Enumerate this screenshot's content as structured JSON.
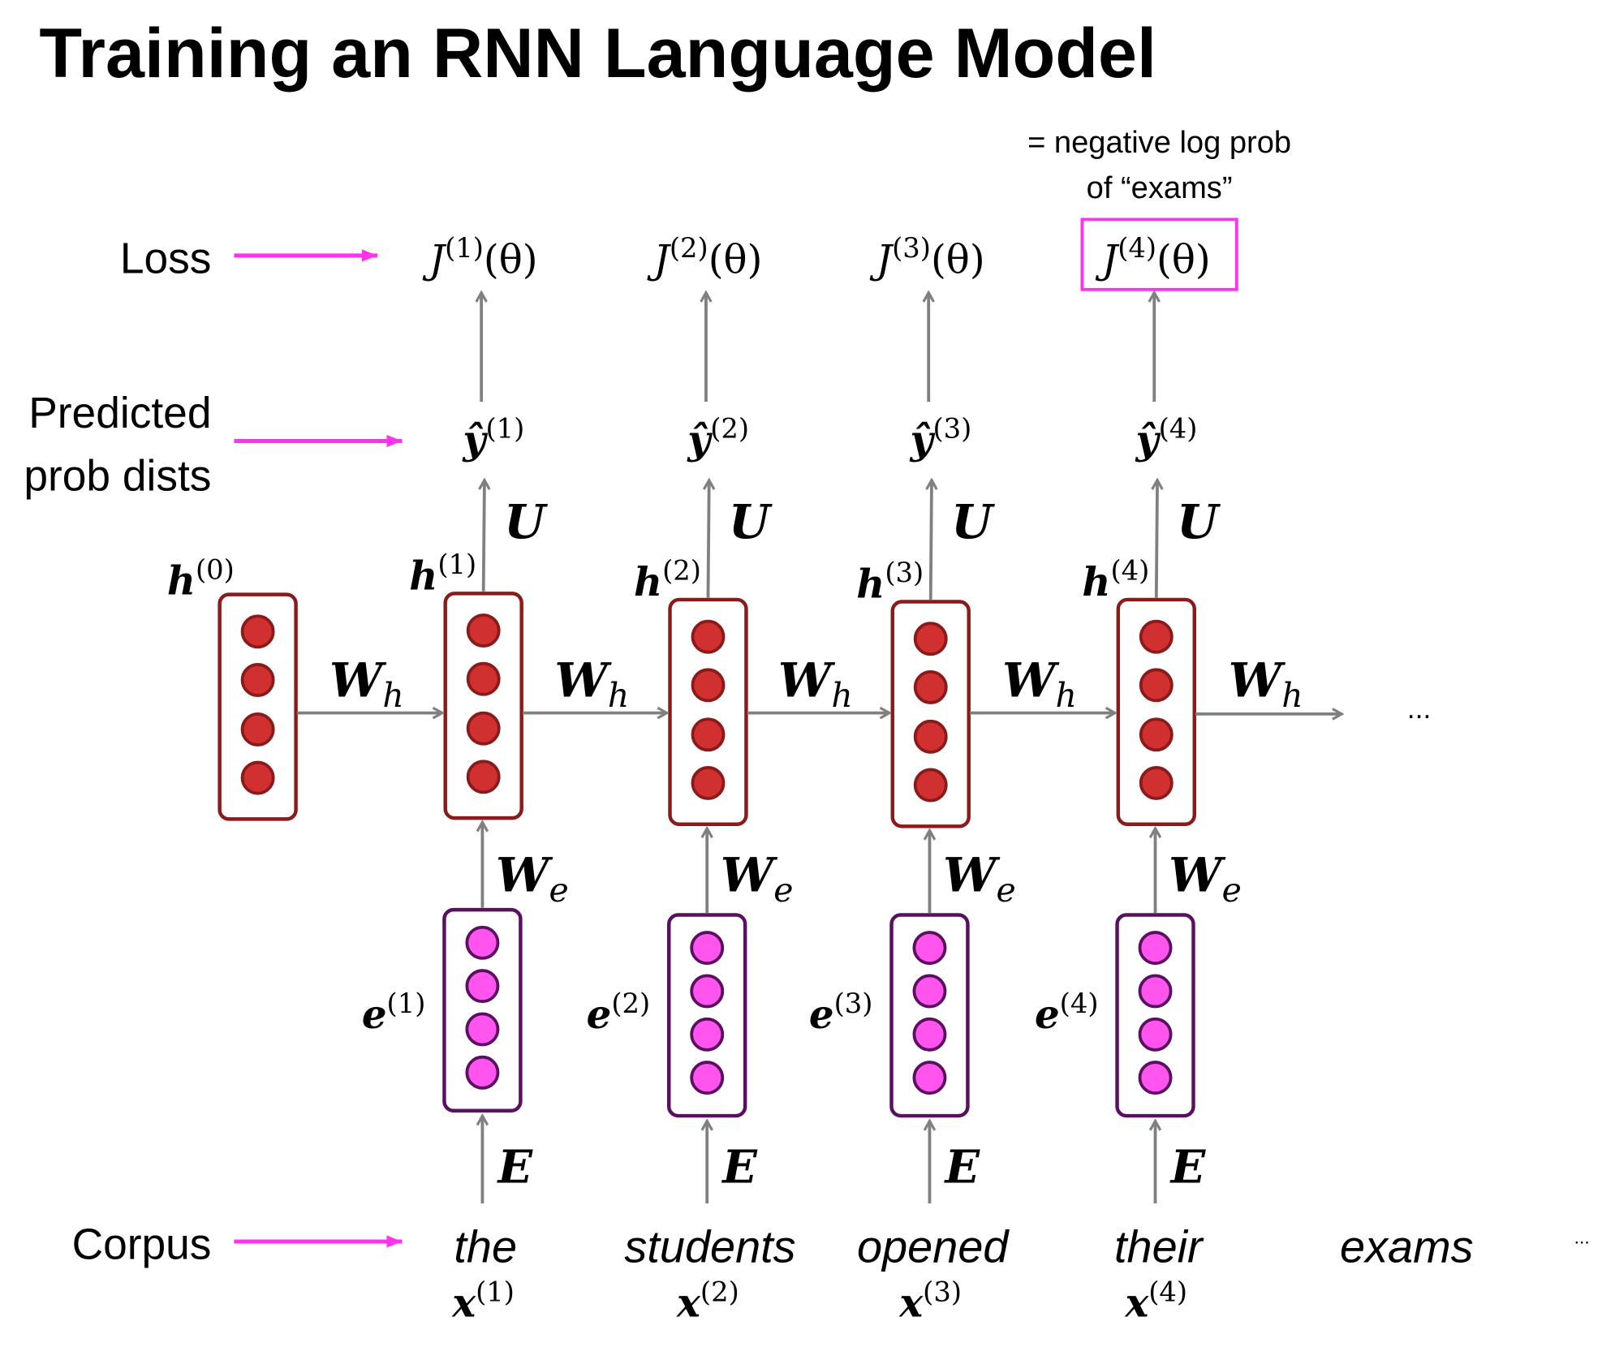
{
  "title": "Training an RNN Language Model",
  "annotation": {
    "line1": "= negative log prob",
    "line2": "of “exams”"
  },
  "row_labels": {
    "loss": "Loss",
    "predicted_1": "Predicted",
    "predicted_2": "prob dists",
    "corpus": "Corpus"
  },
  "weights": {
    "Wh": {
      "base": "W",
      "sub": "h"
    },
    "We": {
      "base": "W",
      "sub": "e"
    },
    "U": "U",
    "E": "E"
  },
  "initial_hidden": {
    "base": "h",
    "sup": "(0)"
  },
  "timesteps": [
    {
      "word": "the",
      "x": {
        "base": "x",
        "sup": "(1)"
      },
      "e": {
        "base": "e",
        "sup": "(1)"
      },
      "h": {
        "base": "h",
        "sup": "(1)"
      },
      "yhat": {
        "base": "y",
        "sup": "(1)"
      },
      "J": {
        "base": "J",
        "sup": "(1)",
        "arg": "(θ)"
      }
    },
    {
      "word": "students",
      "x": {
        "base": "x",
        "sup": "(2)"
      },
      "e": {
        "base": "e",
        "sup": "(2)"
      },
      "h": {
        "base": "h",
        "sup": "(2)"
      },
      "yhat": {
        "base": "y",
        "sup": "(2)"
      },
      "J": {
        "base": "J",
        "sup": "(2)",
        "arg": "(θ)"
      }
    },
    {
      "word": "opened",
      "x": {
        "base": "x",
        "sup": "(3)"
      },
      "e": {
        "base": "e",
        "sup": "(3)"
      },
      "h": {
        "base": "h",
        "sup": "(3)"
      },
      "yhat": {
        "base": "y",
        "sup": "(3)"
      },
      "J": {
        "base": "J",
        "sup": "(3)",
        "arg": "(θ)"
      }
    },
    {
      "word": "their",
      "x": {
        "base": "x",
        "sup": "(4)"
      },
      "e": {
        "base": "e",
        "sup": "(4)"
      },
      "h": {
        "base": "h",
        "sup": "(4)"
      },
      "yhat": {
        "base": "y",
        "sup": "(4)"
      },
      "J": {
        "base": "J",
        "sup": "(4)",
        "arg": "(θ)",
        "highlighted": true
      }
    }
  ],
  "next_word": "exams",
  "ellipsis": "...",
  "corpus_ellipsis": "...",
  "colors": {
    "accent": "#ff33ee",
    "hidden_border": "#8b1a1a",
    "hidden_fill": "#d03030",
    "embed_border": "#5a1060",
    "embed_fill": "#ff55ee",
    "arrow": "#808080"
  }
}
